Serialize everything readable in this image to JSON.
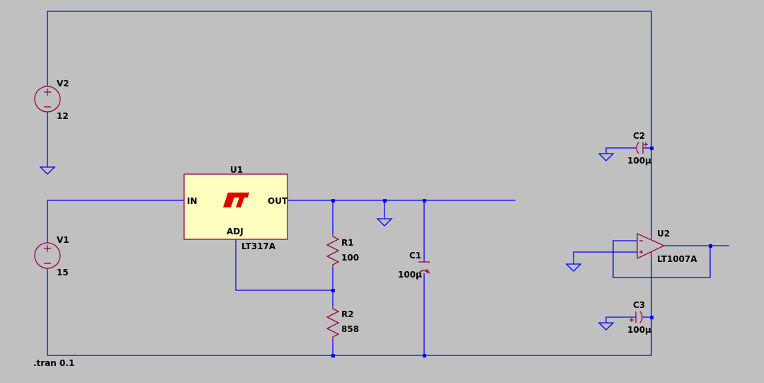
{
  "colors": {
    "background": "#c0c0c0",
    "wire": "#0000ff",
    "component": "#9b0044",
    "regulator_fill": "#ffffc0",
    "logo": "#e00000"
  },
  "components": {
    "V2": {
      "name": "V2",
      "value": "12"
    },
    "V1": {
      "name": "V1",
      "value": "15"
    },
    "U1": {
      "name": "U1",
      "part": "LT317A",
      "pin_in": "IN",
      "pin_out": "OUT",
      "pin_adj": "ADJ",
      "logo_icon": "lt-logo-icon"
    },
    "R1": {
      "name": "R1",
      "value": "100"
    },
    "R2": {
      "name": "R2",
      "value": "858"
    },
    "C1": {
      "name": "C1",
      "value": "100µ"
    },
    "C2": {
      "name": "C2",
      "value": "100µ"
    },
    "C3": {
      "name": "C3",
      "value": "100µ"
    },
    "U2": {
      "name": "U2",
      "part": "LT1007A"
    }
  },
  "directive": ".tran 0.1",
  "symbols": {
    "plus": "+",
    "minus": "−"
  }
}
